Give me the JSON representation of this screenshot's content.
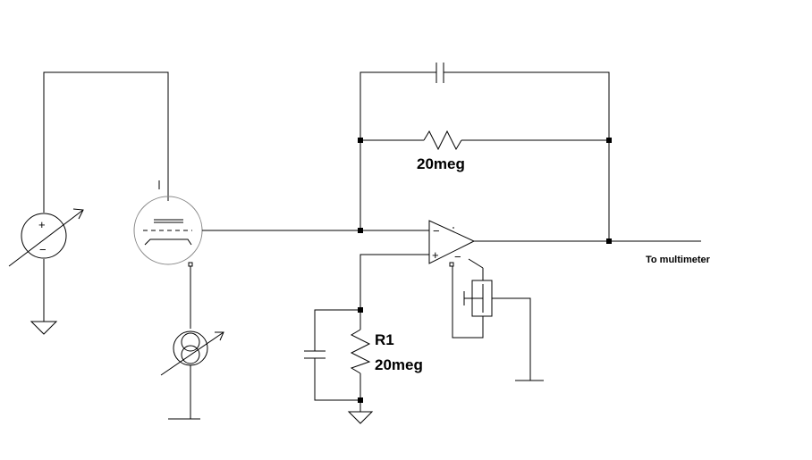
{
  "diagram": {
    "labels": {
      "feedback_resistor_value": "20meg",
      "input_resistor_name": "R1",
      "input_resistor_value": "20meg",
      "output_label": "To multimeter"
    },
    "symbols": {
      "plus": "+",
      "minus": "−"
    }
  }
}
